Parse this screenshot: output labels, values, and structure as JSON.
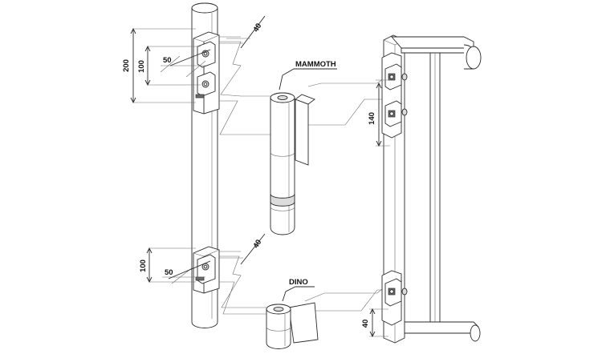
{
  "labels": {
    "mammoth": "MAMMOTH",
    "dino": "DINO"
  },
  "dimensions": {
    "top_post_height": "200",
    "top_post_spacing": "100",
    "top_post_offset": "50",
    "top_post_gap": "40",
    "gate_top_spacing": "140",
    "bottom_post_spacing": "100",
    "bottom_post_offset": "50",
    "bottom_post_gap": "40",
    "gate_bottom_gap": "40"
  },
  "colors": {
    "line": "#2a2a2a",
    "thin_line": "#6a6a6a",
    "shade": "#dcdcdc"
  }
}
